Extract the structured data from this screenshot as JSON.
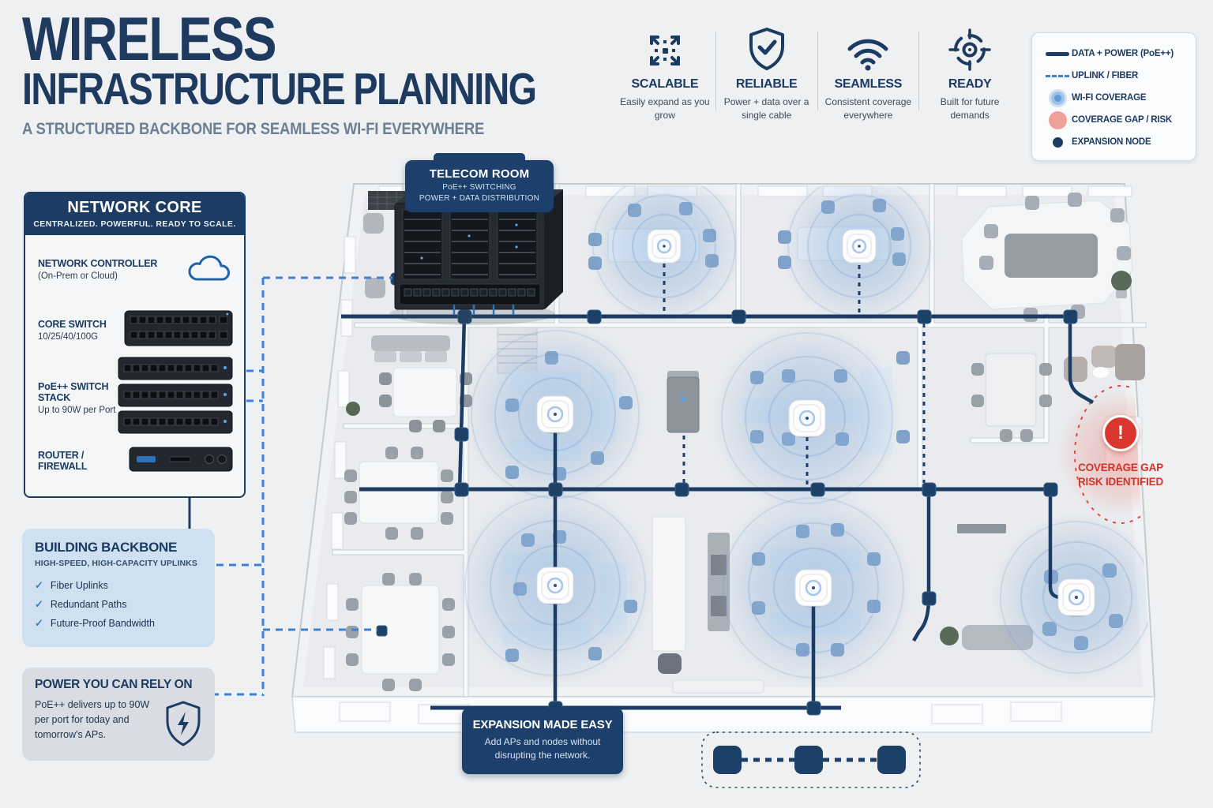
{
  "header": {
    "title_line1": "WIRELESS",
    "title_line2": "INFRASTRUCTURE PLANNING",
    "subtitle": "A STRUCTURED BACKBONE FOR SEAMLESS WI-FI EVERYWHERE"
  },
  "features": [
    {
      "icon": "expand-icon",
      "title": "SCALABLE",
      "desc": "Easily expand as you grow"
    },
    {
      "icon": "shield-check-icon",
      "title": "RELIABLE",
      "desc": "Power + data over a single cable"
    },
    {
      "icon": "wifi-icon",
      "title": "SEAMLESS",
      "desc": "Consistent coverage everywhere"
    },
    {
      "icon": "target-icon",
      "title": "READY",
      "desc": "Built for future demands"
    }
  ],
  "legend": {
    "items": [
      {
        "swatch": "solid-line",
        "label": "DATA + POWER (PoE++)"
      },
      {
        "swatch": "dashed-line",
        "label": "UPLINK / FIBER"
      },
      {
        "swatch": "coverage-circle",
        "label": "WI-FI COVERAGE"
      },
      {
        "swatch": "gap-circle",
        "label": "COVERAGE GAP / RISK"
      },
      {
        "swatch": "node-dot",
        "label": "EXPANSION NODE"
      }
    ]
  },
  "network_core": {
    "title": "NETWORK CORE",
    "subtitle": "CENTRALIZED. POWERFUL. READY TO SCALE.",
    "items": [
      {
        "name": "NETWORK CONTROLLER",
        "detail": "(On-Prem or Cloud)"
      },
      {
        "name": "CORE SWITCH",
        "detail": "10/25/40/100G"
      },
      {
        "name": "PoE++ SWITCH STACK",
        "detail": "Up to 90W per Port"
      },
      {
        "name": "ROUTER / FIREWALL",
        "detail": ""
      }
    ]
  },
  "building_backbone": {
    "title": "BUILDING BACKBONE",
    "subtitle": "HIGH-SPEED, HIGH-CAPACITY UPLINKS",
    "check_glyph": "✓",
    "items": [
      "Fiber Uplinks",
      "Redundant Paths",
      "Future-Proof Bandwidth"
    ]
  },
  "power_panel": {
    "title": "POWER YOU CAN RELY ON",
    "text": "PoE++ delivers up to 90W per port for today and tomorrow's APs."
  },
  "callouts": {
    "telecom_room": {
      "title": "TELECOM ROOM",
      "line1": "PoE++ SWITCHING",
      "line2": "POWER + DATA DISTRIBUTION"
    },
    "coverage_gap": {
      "alert_glyph": "!",
      "line1": "COVERAGE GAP",
      "line2": "RISK IDENTIFIED"
    },
    "expansion": {
      "title": "EXPANSION MADE EASY",
      "text": "Add APs and nodes without disrupting the network."
    }
  },
  "plan": {
    "access_point_count": 7,
    "expansion_node_count": 3
  },
  "colors": {
    "navy": "#1c3c64",
    "uplink_blue": "#3b82d8",
    "coverage_blue": "#9ec2e4",
    "risk_red": "#d9372e",
    "risk_salmon": "#f0a09a"
  }
}
